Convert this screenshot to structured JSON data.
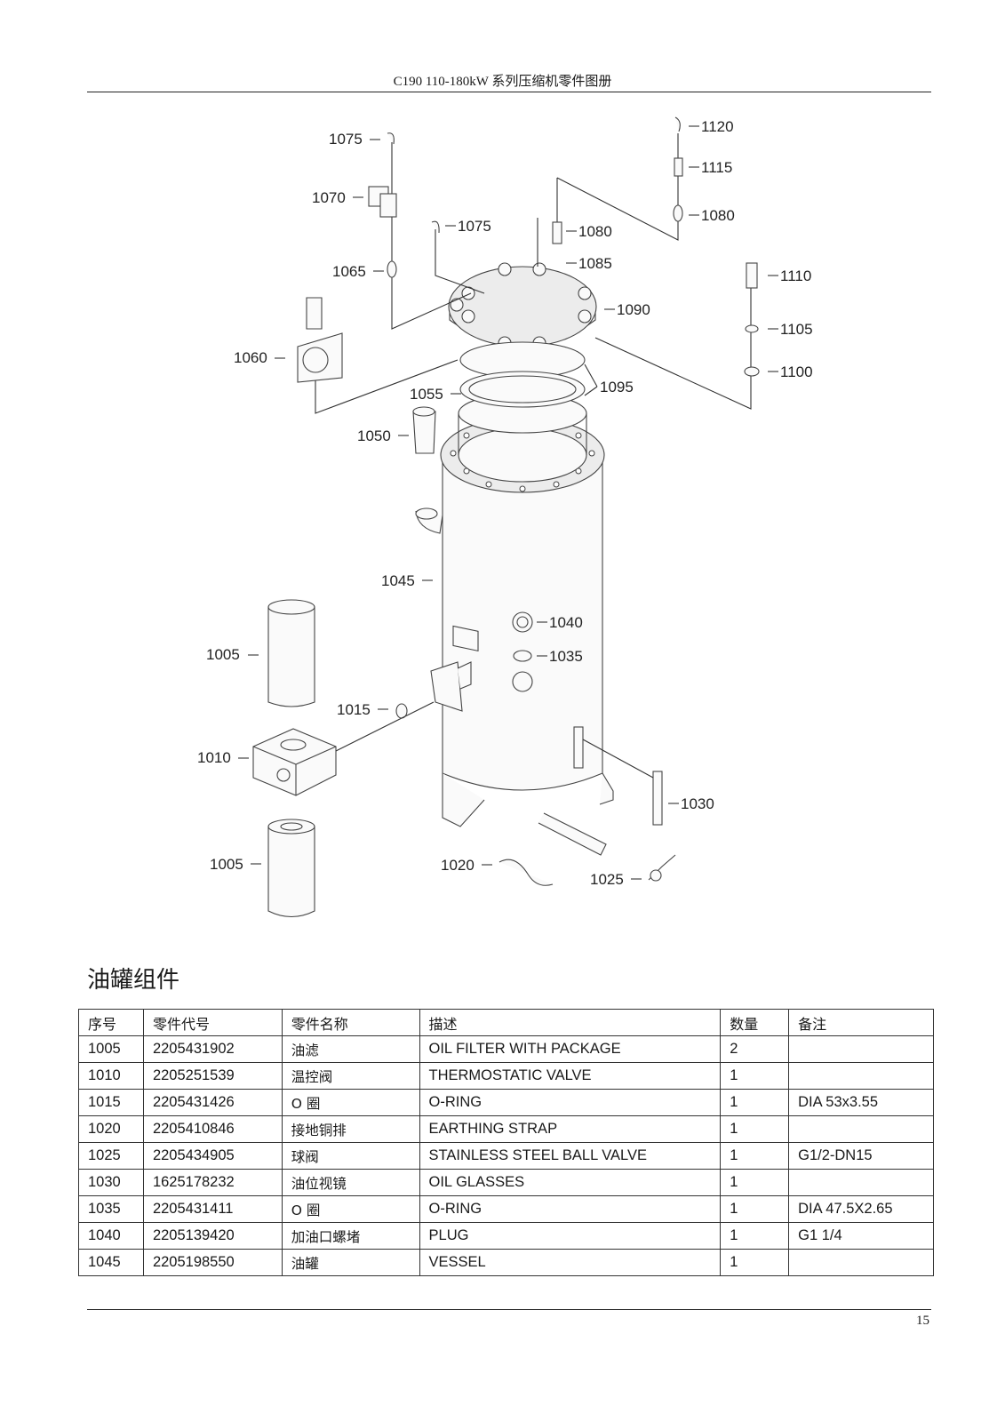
{
  "header": {
    "title": "C190 110-180kW  系列压缩机零件图册"
  },
  "diagram": {
    "callouts": {
      "c1075a": "1075",
      "c1075b": "1075",
      "c1070": "1070",
      "c1065": "1065",
      "c1060": "1060",
      "c1055": "1055",
      "c1050": "1050",
      "c1045": "1045",
      "c1005a": "1005",
      "c1005b": "1005",
      "c1015": "1015",
      "c1010": "1010",
      "c1020": "1020",
      "c1025": "1025",
      "c1030": "1030",
      "c1035": "1035",
      "c1040": "1040",
      "c1080": "1080",
      "c1085": "1085",
      "c1090": "1090",
      "c1095": "1095",
      "c1100": "1100",
      "c1105": "1105",
      "c1110": "1110",
      "c1115": "1115",
      "c1120": "1120"
    }
  },
  "section": {
    "title": "油罐组件"
  },
  "table": {
    "headers": [
      "序号",
      "零件代号",
      "零件名称",
      "描述",
      "数量",
      "备注"
    ],
    "rows": [
      {
        "no": "1005",
        "code": "2205431902",
        "name": "油滤",
        "desc": "OIL FILTER WITH PACKAGE",
        "qty": "2",
        "note": ""
      },
      {
        "no": "1010",
        "code": "2205251539",
        "name": "温控阀",
        "desc": "THERMOSTATIC VALVE",
        "qty": "1",
        "note": ""
      },
      {
        "no": "1015",
        "code": "2205431426",
        "name": "O 圈",
        "desc": "O-RING",
        "qty": "1",
        "note": "DIA 53x3.55"
      },
      {
        "no": "1020",
        "code": "2205410846",
        "name": "接地铜排",
        "desc": "EARTHING STRAP",
        "qty": "1",
        "note": ""
      },
      {
        "no": "1025",
        "code": "2205434905",
        "name": "球阀",
        "desc": "STAINLESS STEEL BALL VALVE",
        "qty": "1",
        "note": "G1/2-DN15"
      },
      {
        "no": "1030",
        "code": "1625178232",
        "name": "油位视镜",
        "desc": "OIL GLASSES",
        "qty": "1",
        "note": ""
      },
      {
        "no": "1035",
        "code": "2205431411",
        "name": "O 圈",
        "desc": "O-RING",
        "qty": "1",
        "note": "DIA 47.5X2.65"
      },
      {
        "no": "1040",
        "code": "2205139420",
        "name": "加油口螺堵",
        "desc": "PLUG",
        "qty": "1",
        "note": "G1 1/4"
      },
      {
        "no": "1045",
        "code": "2205198550",
        "name": "油罐",
        "desc": "VESSEL",
        "qty": "1",
        "note": ""
      }
    ]
  },
  "footer": {
    "page_number": "15"
  }
}
